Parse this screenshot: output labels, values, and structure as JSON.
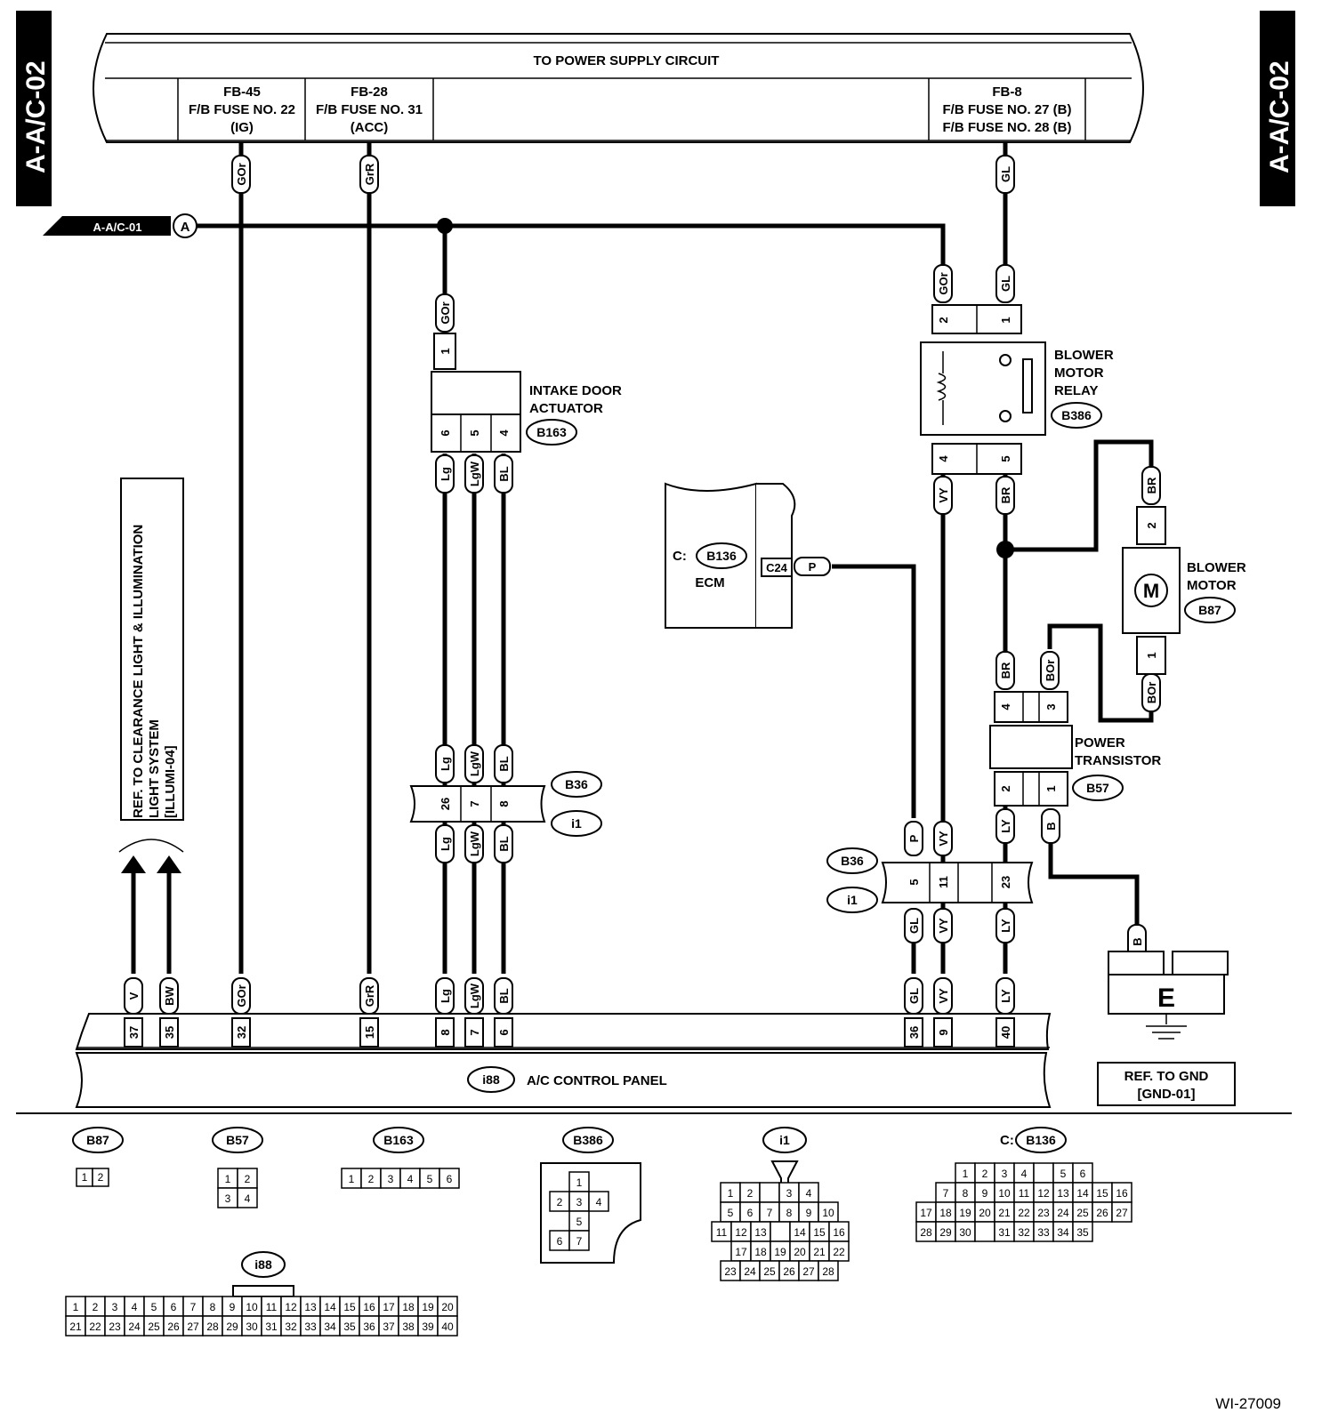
{
  "page": {
    "side_label": "A-A/C-02",
    "figure_code": "WI-27009"
  },
  "power_supply": {
    "title": "TO POWER SUPPLY CIRCUIT",
    "fuses": [
      {
        "line1": "FB-45",
        "line2": "F/B FUSE NO. 22",
        "line3": "(IG)"
      },
      {
        "line1": "FB-28",
        "line2": "F/B FUSE NO. 31",
        "line3": "(ACC)"
      },
      {
        "line1": "FB-8",
        "line2": "F/B FUSE NO. 27 (B)",
        "line3": "F/B FUSE NO. 28 (B)"
      }
    ]
  },
  "ref_in": {
    "label": "A-A/C-01",
    "marker": "A"
  },
  "wire_codes": {
    "GOr": "GOr",
    "GrR": "GrR",
    "GL": "GL",
    "Lg": "Lg",
    "LgW": "LgW",
    "BL": "BL",
    "VY": "VY",
    "BR": "BR",
    "P": "P",
    "BOr": "BOr",
    "LY": "LY",
    "B": "B",
    "V": "V",
    "BW": "BW"
  },
  "pins": {
    "p1": "1",
    "p2": "2",
    "p3": "3",
    "p4": "4",
    "p5": "5",
    "p6": "6",
    "p7": "7",
    "p8": "8",
    "p9": "9",
    "p11": "11",
    "p15": "15",
    "p23": "23",
    "p26": "26",
    "p32": "32",
    "p35": "35",
    "p36": "36",
    "p37": "37",
    "p40": "40"
  },
  "components": {
    "intake_door": {
      "line1": "INTAKE DOOR",
      "line2": "ACTUATOR",
      "connector": "B163"
    },
    "blower_relay": {
      "line1": "BLOWER",
      "line2": "MOTOR",
      "line3": "RELAY",
      "connector": "B386"
    },
    "blower_motor": {
      "line1": "BLOWER",
      "line2": "MOTOR",
      "connector": "B87",
      "symbol": "M"
    },
    "power_transistor": {
      "line1": "POWER",
      "line2": "TRANSISTOR",
      "connector": "B57"
    },
    "ecm": {
      "prefix": "C:",
      "connector": "B136",
      "label": "ECM",
      "pin": "C24"
    },
    "joint_b36": "B36",
    "joint_i1": "i1",
    "ground": {
      "symbol": "E",
      "ref_line1": "REF. TO GND",
      "ref_line2": "[GND-01]"
    },
    "control_panel": {
      "connector": "i88",
      "label": "A/C CONTROL PANEL"
    },
    "clearance_ref": {
      "line1": "REF. TO CLEARANCE LIGHT & ILLUMINATION",
      "line2": "LIGHT SYSTEM",
      "line3": "[ILLUMI-04]"
    }
  },
  "connector_views": {
    "B87": {
      "label": "B87",
      "rows": [
        [
          "1",
          "2"
        ]
      ]
    },
    "B57": {
      "label": "B57",
      "rows": [
        [
          "1",
          "2"
        ],
        [
          "3",
          "4"
        ]
      ]
    },
    "B163": {
      "label": "B163",
      "rows": [
        [
          "1",
          "2",
          "3",
          "4",
          "5",
          "6"
        ]
      ]
    },
    "B386": {
      "label": "B386",
      "rows": [
        [
          "1"
        ],
        [
          "2",
          "3",
          "4"
        ],
        [
          "5"
        ],
        [
          "6",
          "7"
        ]
      ]
    },
    "i1": {
      "label": "i1",
      "rows": [
        [
          "1",
          "2",
          "",
          "3",
          "4"
        ],
        [
          "5",
          "6",
          "7",
          "8",
          "9",
          "10"
        ],
        [
          "11",
          "12",
          "13",
          "",
          "14",
          "15",
          "16"
        ],
        [
          "17",
          "18",
          "19",
          "20",
          "21",
          "22"
        ],
        [
          "23",
          "24",
          "25",
          "26",
          "27",
          "28"
        ]
      ]
    },
    "B136": {
      "prefix": "C:",
      "label": "B136",
      "rows": [
        [
          "1",
          "2",
          "3",
          "4",
          "",
          "5",
          "6"
        ],
        [
          "7",
          "8",
          "9",
          "10",
          "11",
          "12",
          "13",
          "14",
          "15",
          "16"
        ],
        [
          "17",
          "18",
          "19",
          "20",
          "21",
          "22",
          "23",
          "24",
          "25",
          "26",
          "27"
        ],
        [
          "28",
          "29",
          "30",
          "",
          "31",
          "32",
          "33",
          "34",
          "35"
        ]
      ]
    },
    "i88": {
      "label": "i88",
      "rows": [
        [
          "1",
          "2",
          "3",
          "4",
          "5",
          "6",
          "7",
          "8",
          "9",
          "10",
          "11",
          "12",
          "13",
          "14",
          "15",
          "16",
          "17",
          "18",
          "19",
          "20"
        ],
        [
          "21",
          "22",
          "23",
          "24",
          "25",
          "26",
          "27",
          "28",
          "29",
          "30",
          "31",
          "32",
          "33",
          "34",
          "35",
          "36",
          "37",
          "38",
          "39",
          "40"
        ]
      ]
    }
  }
}
